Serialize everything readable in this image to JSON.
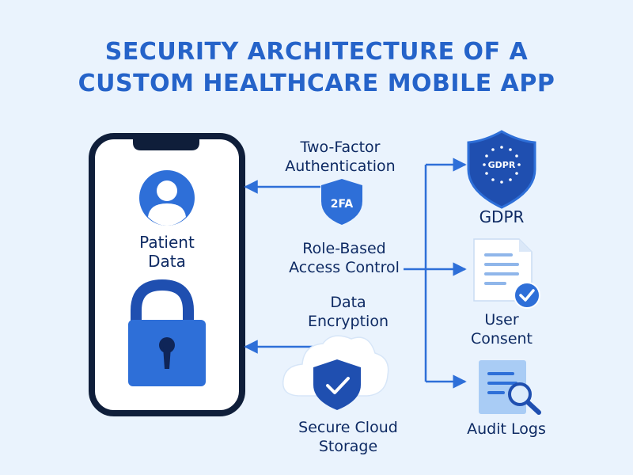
{
  "title": {
    "line1": "SECURITY ARCHITECTURE OF A",
    "line2": "CUSTOM HEALTHCARE MOBILE APP"
  },
  "phone": {
    "label_line1": "Patient",
    "label_line2": "Data"
  },
  "middle": {
    "two_factor_line1": "Two-Factor",
    "two_factor_line2": "Authentication",
    "two_factor_badge": "2FA",
    "rbac_line1": "Role-Based",
    "rbac_line2": "Access Control",
    "encryption_line1": "Data",
    "encryption_line2": "Encryption",
    "cloud_line1": "Secure Cloud",
    "cloud_line2": "Storage"
  },
  "compliance": {
    "gdpr_badge": "GDPR",
    "gdpr_label": "GDPR",
    "consent_line1": "User",
    "consent_line2": "Consent",
    "audit_label": "Audit Logs"
  },
  "colors": {
    "background": "#eaf3fd",
    "title": "#2563c9",
    "primary": "#2e6fd8",
    "dark_blue": "#1f4fb0",
    "navy_text": "#0e2a63",
    "light_blue": "#a9ccf5"
  }
}
